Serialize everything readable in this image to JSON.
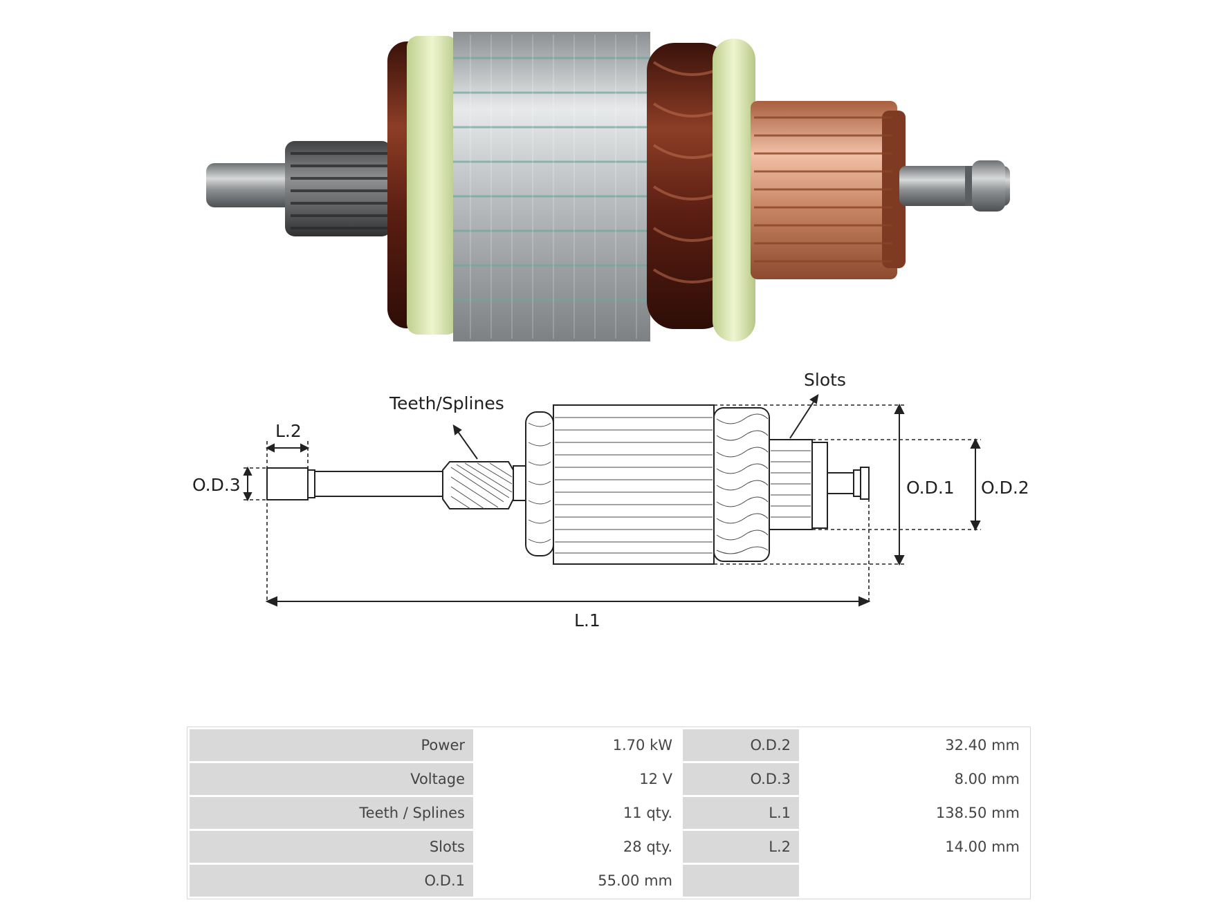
{
  "diagram": {
    "labels": {
      "teeth_splines": "Teeth/Splines",
      "slots": "Slots",
      "l2": "L.2",
      "od3": "O.D.3",
      "od1": "O.D.1",
      "od2": "O.D.2",
      "l1": "L.1"
    }
  },
  "specs": {
    "rows": [
      {
        "label_a": "Power",
        "value_a": "1.70 kW",
        "label_b": "O.D.2",
        "value_b": "32.40 mm"
      },
      {
        "label_a": "Voltage",
        "value_a": "12 V",
        "label_b": "O.D.3",
        "value_b": "8.00 mm"
      },
      {
        "label_a": "Teeth / Splines",
        "value_a": "11 qty.",
        "label_b": "L.1",
        "value_b": "138.50 mm"
      },
      {
        "label_a": "Slots",
        "value_a": "28 qty.",
        "label_b": "L.2",
        "value_b": "14.00 mm"
      },
      {
        "label_a": "O.D.1",
        "value_a": "55.00 mm",
        "label_b": "",
        "value_b": ""
      }
    ]
  },
  "colors": {
    "copper": "#b86f4f",
    "winding": "#5a1e12",
    "insulator": "#d8e6b4",
    "steel": "#a9acae",
    "table_header": "#d9d9d9"
  }
}
